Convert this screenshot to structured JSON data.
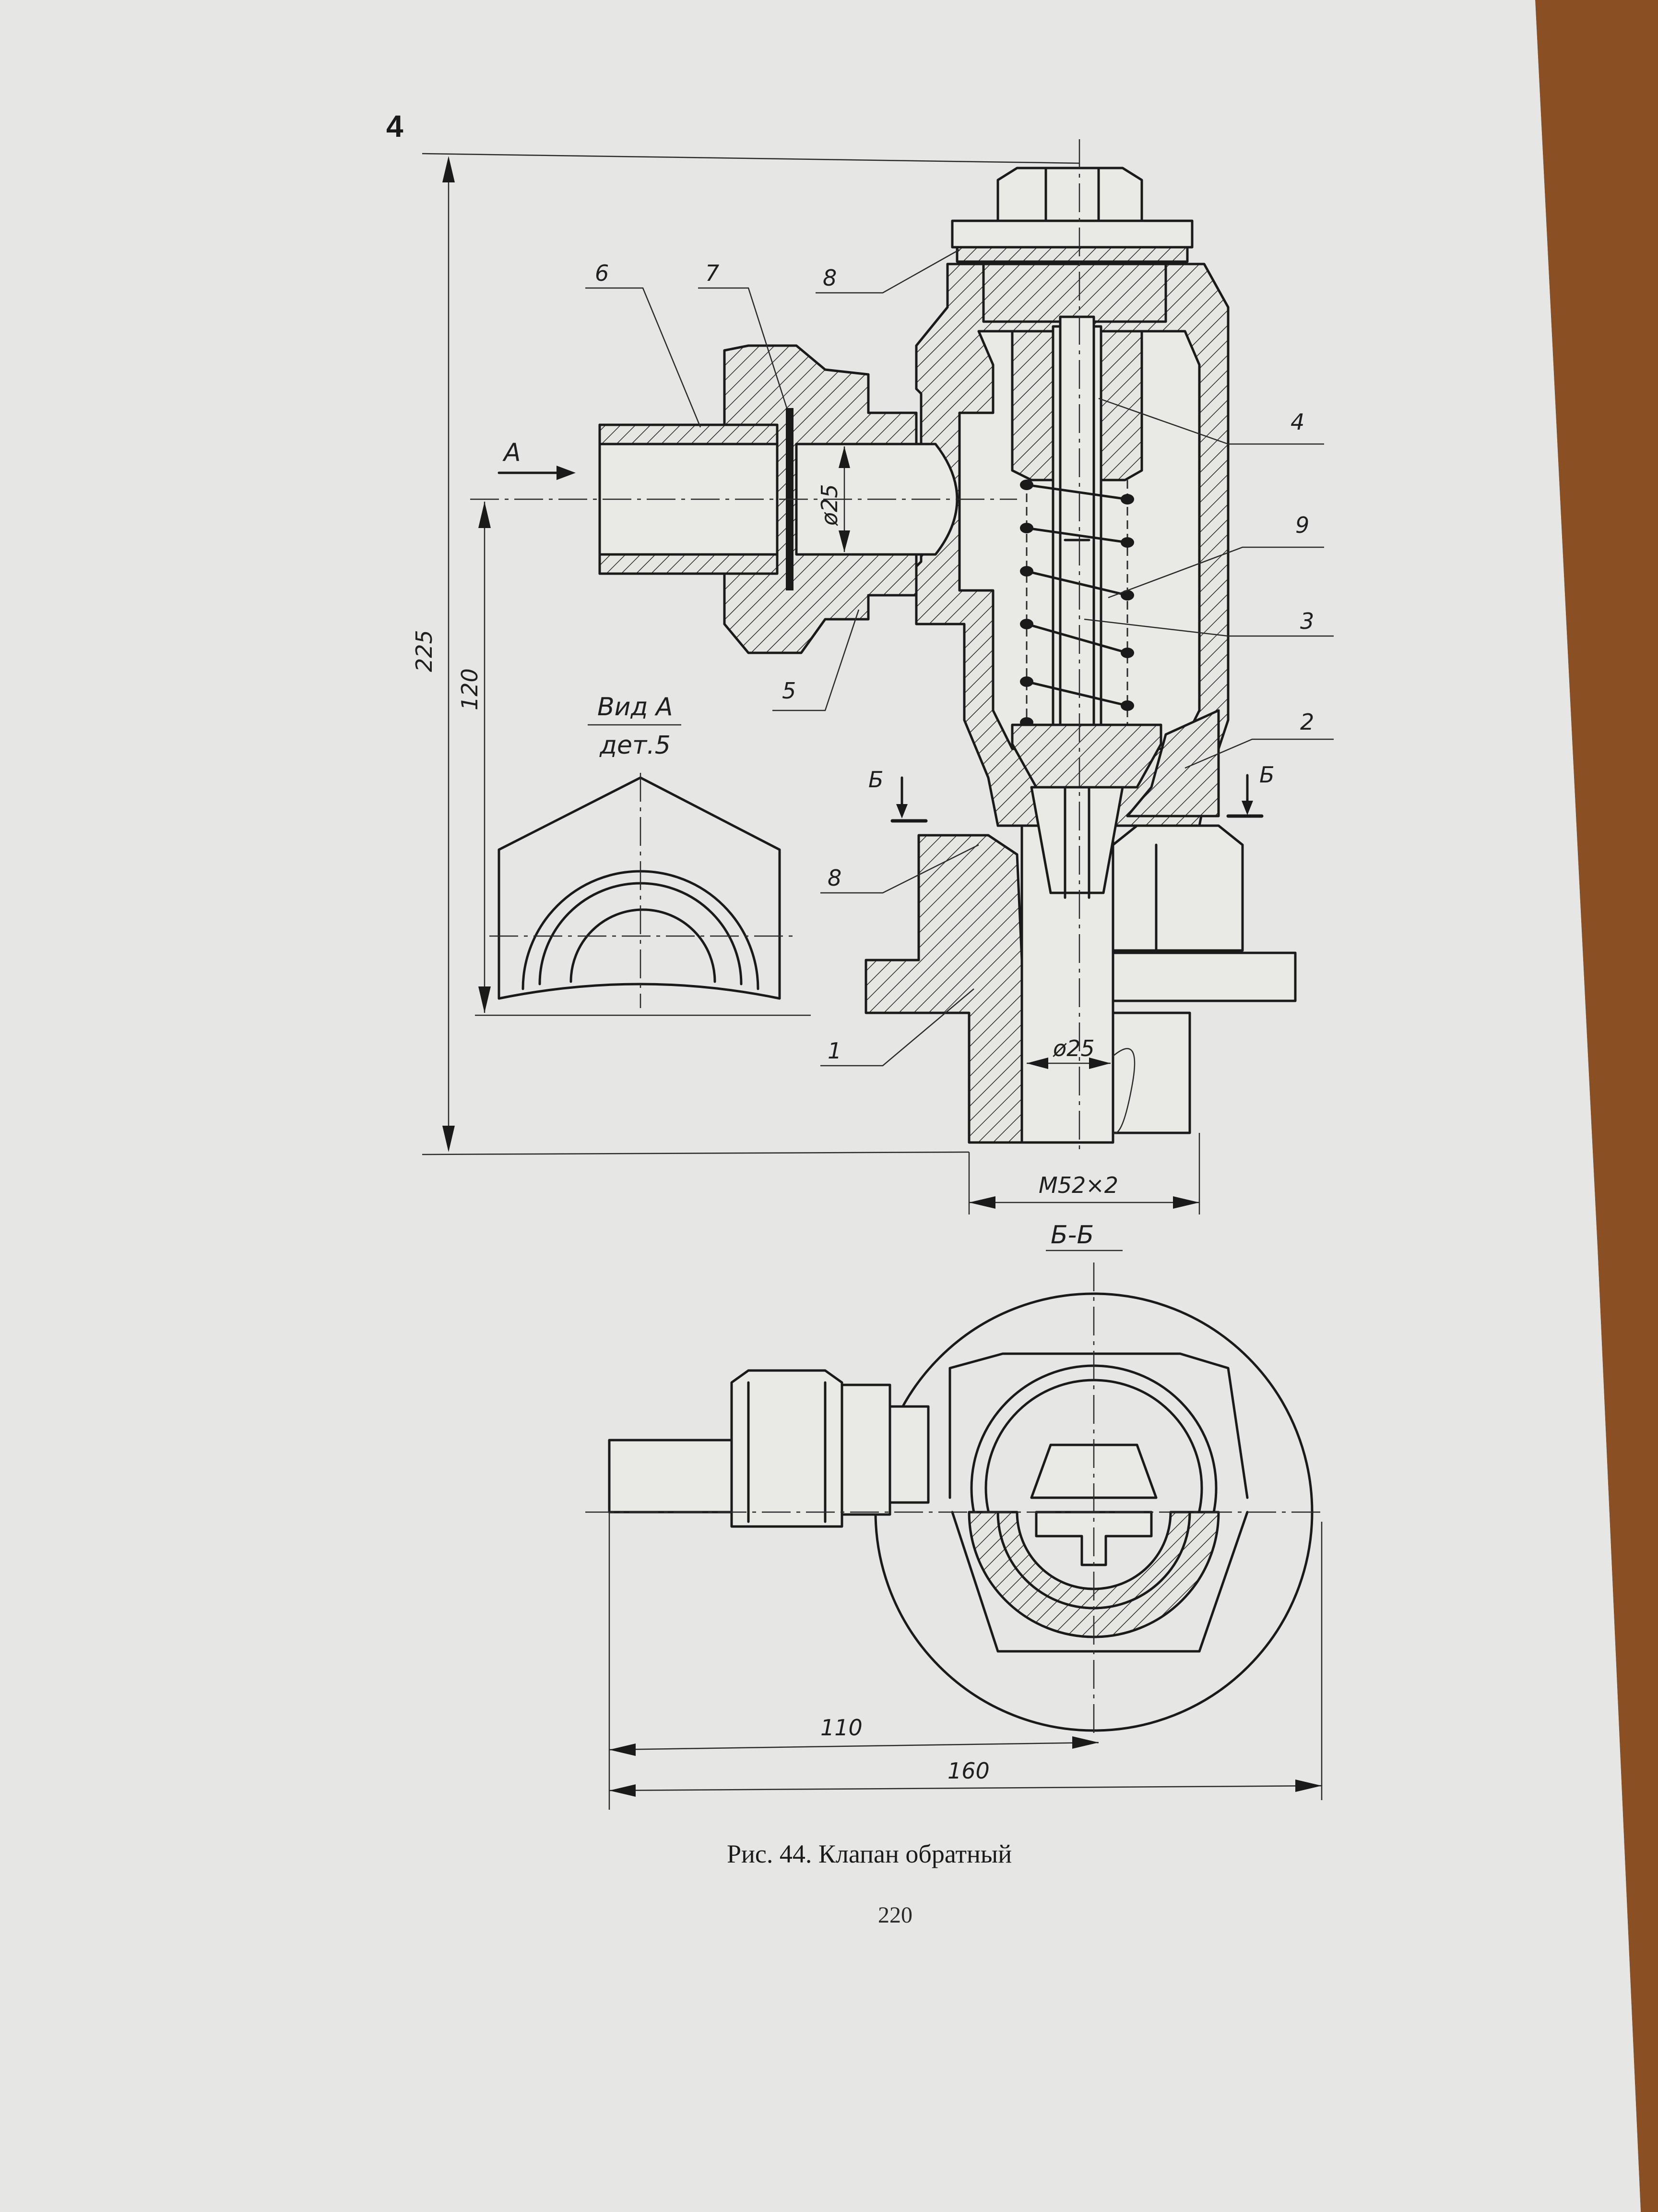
{
  "sheet_number": "4",
  "caption": "Рис. 44. Клапан обратный",
  "page_number": "220",
  "view_a": {
    "title": "Вид А",
    "subtitle": "дет.5"
  },
  "section_title": "Б-Б",
  "section_marks": {
    "left": "Б",
    "right": "Б"
  },
  "arrow_label": "А",
  "part_labels": [
    "1",
    "2",
    "3",
    "4",
    "5",
    "6",
    "7",
    "8",
    "8",
    "9"
  ],
  "dimensions": {
    "height_total": "225",
    "height_inlet": "120",
    "inlet_diameter": "ø25",
    "outlet_diameter": "ø25",
    "thread": "M52×2",
    "width_110": "110",
    "width_160": "160"
  },
  "colors": {
    "paper": "#e8e8e5",
    "ink": "#1a1a1a",
    "background": "#c9cbcc",
    "table_wood": "#8a4f22"
  }
}
